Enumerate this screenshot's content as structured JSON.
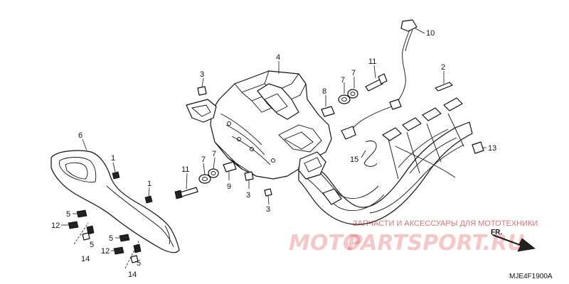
{
  "diagram": {
    "diagram_code": "MJE4F1900A",
    "callouts": [
      {
        "id": "c10",
        "label": "10"
      },
      {
        "id": "c4",
        "label": "4"
      },
      {
        "id": "c3a",
        "label": "3"
      },
      {
        "id": "c11a",
        "label": "11"
      },
      {
        "id": "c2",
        "label": "2"
      },
      {
        "id": "c8",
        "label": "8"
      },
      {
        "id": "c7a",
        "label": "7"
      },
      {
        "id": "c7b",
        "label": "7"
      },
      {
        "id": "c6",
        "label": "6"
      },
      {
        "id": "c1a",
        "label": "1"
      },
      {
        "id": "c1b",
        "label": "1"
      },
      {
        "id": "c15",
        "label": "15"
      },
      {
        "id": "c13",
        "label": "13"
      },
      {
        "id": "c11b",
        "label": "11"
      },
      {
        "id": "c7c",
        "label": "7"
      },
      {
        "id": "c7d",
        "label": "7"
      },
      {
        "id": "c9",
        "label": "9"
      },
      {
        "id": "c3b",
        "label": "3"
      },
      {
        "id": "c3c",
        "label": "3"
      },
      {
        "id": "c5a",
        "label": "5"
      },
      {
        "id": "c12a",
        "label": "12"
      },
      {
        "id": "c5b",
        "label": "5"
      },
      {
        "id": "c14a",
        "label": "14"
      },
      {
        "id": "c5c",
        "label": "5"
      },
      {
        "id": "c12b",
        "label": "12"
      },
      {
        "id": "c5d",
        "label": "5"
      },
      {
        "id": "c14b",
        "label": "14"
      }
    ],
    "front_marker": "FR.",
    "watermark": {
      "tagline": "ЗАПЧАСТИ И АКСЕССУАРЫ ДЛЯ МОТОТЕХНИКИ",
      "brand_left": "MOTO",
      "brand_main": "PARTSPORT.RU"
    }
  }
}
